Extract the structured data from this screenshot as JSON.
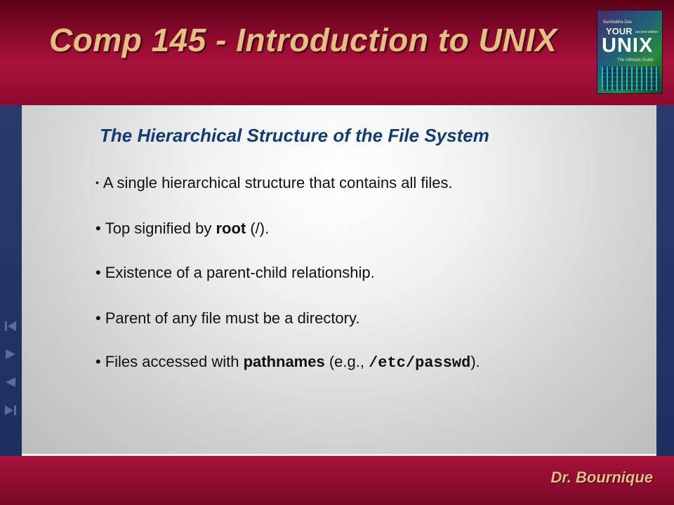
{
  "header": {
    "course_title": "Comp 145 - Introduction to UNIX",
    "book": {
      "author": "Sumitabha Das",
      "edition": "second edition",
      "your": "YOUR",
      "unix": "UNIX",
      "subtitle": "The Ultimate Guide"
    }
  },
  "nav": {
    "first_icon": "first-slide-icon",
    "next_icon": "next-slide-icon",
    "prev_icon": "previous-slide-icon",
    "last_icon": "last-slide-icon"
  },
  "slide": {
    "title": "The Hierarchical Structure of the File System",
    "bullets": [
      {
        "text": "A single hierarchical structure that contains all files."
      },
      {
        "pre": "Top signified by ",
        "bold": "root",
        "post": " (/)."
      },
      {
        "text": "Existence of a parent-child relationship."
      },
      {
        "text": "Parent of any file must be a directory."
      },
      {
        "pre": "Files accessed with ",
        "bold": "pathnames",
        "mid": " (e.g., ",
        "mono": "/etc/passwd",
        "post": ")."
      }
    ]
  },
  "footer": {
    "author": "Dr. Bournique"
  },
  "colors": {
    "title_gold": "#e7bd86",
    "maroon": "#9a0d35",
    "slide_title_blue": "#143c6e",
    "nav_blue": "#2a3a6a"
  }
}
